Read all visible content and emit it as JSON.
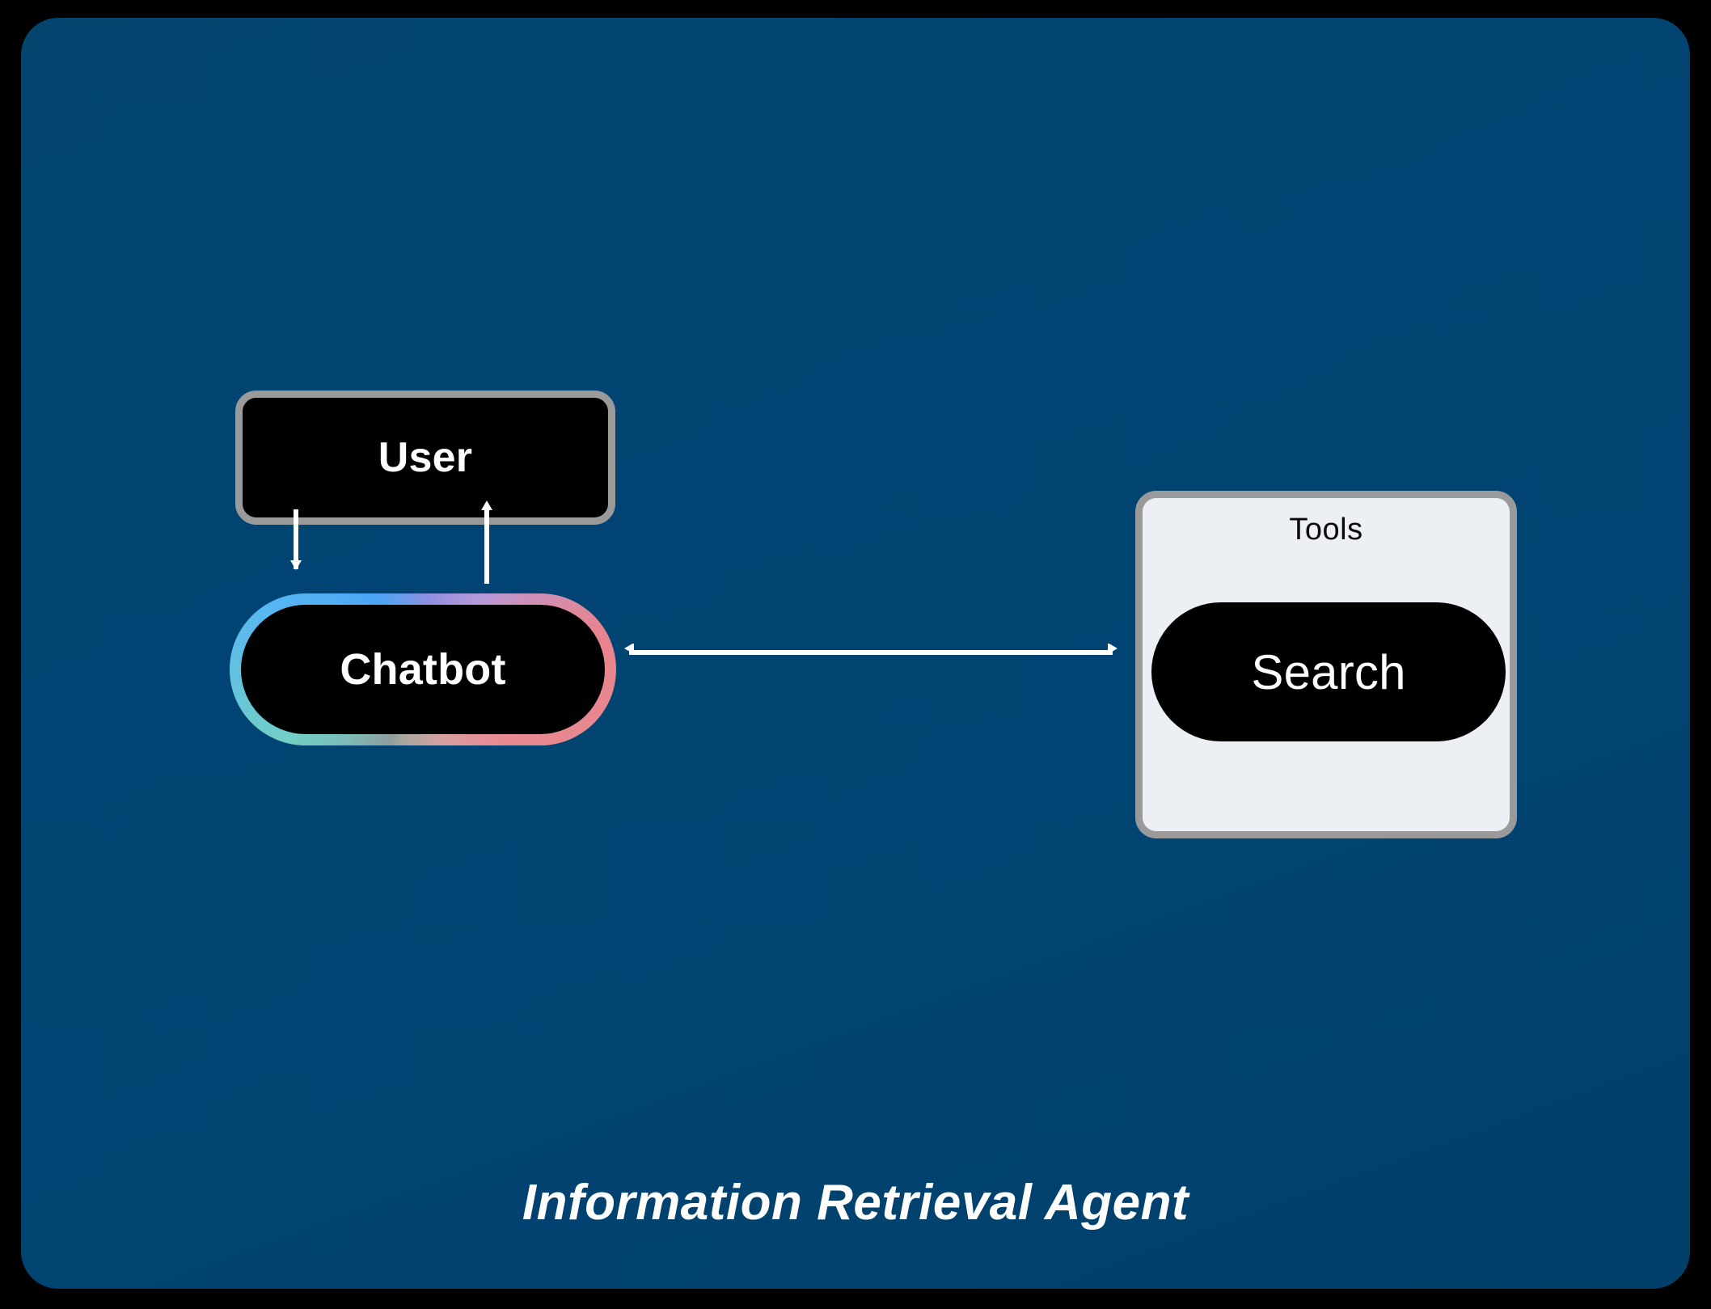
{
  "diagram": {
    "title": "Information Retrieval Agent",
    "type": "flowchart",
    "background_color": "#014473",
    "frame_color": "#000000"
  },
  "nodes": {
    "user": {
      "label": "User",
      "shape": "rounded-rect",
      "fill": "#000000",
      "border_color": "#9a9a9a",
      "text_color": "#ffffff"
    },
    "chatbot": {
      "label": "Chatbot",
      "shape": "stadium",
      "fill": "#000000",
      "border_style": "rainbow-gradient",
      "text_color": "#ffffff",
      "gradient_stops": [
        "#e8848e",
        "#a5a79f",
        "#71cfc7",
        "#58b7f1",
        "#4aa6f5",
        "#b79ad8"
      ]
    },
    "search": {
      "label": "Search",
      "shape": "stadium",
      "fill": "#000000",
      "text_color": "#ffffff"
    }
  },
  "groups": {
    "tools": {
      "label": "Tools",
      "fill": "#ecf0f5",
      "border_color": "#9a9a9a",
      "text_color": "#0b0b0b"
    }
  },
  "edges": [
    {
      "id": "user-to-chatbot",
      "from": "User",
      "to": "Chatbot",
      "direction": "down",
      "arrow": "single",
      "color": "#ffffff"
    },
    {
      "id": "chatbot-to-user",
      "from": "Chatbot",
      "to": "User",
      "direction": "up",
      "arrow": "single",
      "color": "#ffffff"
    },
    {
      "id": "chatbot-tools",
      "from": "Chatbot",
      "to": "Search",
      "direction": "horizontal",
      "arrow": "double",
      "color": "#ffffff"
    }
  ]
}
